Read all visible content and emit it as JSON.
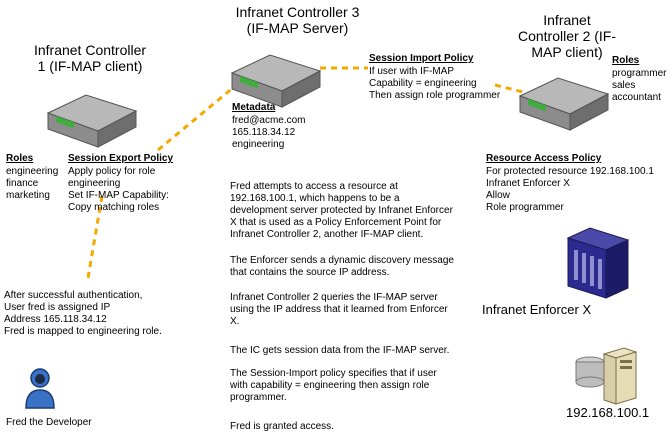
{
  "controller1": {
    "title": "Infranet\nController 1\n(IF-MAP client)",
    "roles_header": "Roles",
    "roles": "engineering\nfinance\nmarketing",
    "export_header": "Session Export Policy",
    "export_body": "Apply policy for role\nengineering\nSet IF-MAP Capability:\nCopy matching roles"
  },
  "controller3": {
    "title": "Infranet\nController 3\n(IF-MAP Server)",
    "metadata_header": "Metadata",
    "metadata_body": "fred@acme.com\n165.118.34.12\nengineering"
  },
  "import_policy": {
    "header": "Session Import Policy",
    "body": "If user with IF-MAP\nCapability = engineering\nThen assign role programmer"
  },
  "controller2": {
    "title": "Infranet\nController 2\n(IF-MAP client)",
    "roles_header": "Roles",
    "roles": "programmer\nsales\naccountant"
  },
  "resource_policy": {
    "header": "Resource Access Policy",
    "body": "For protected resource 192.168.100.1\nInfranet Enforcer X\nAllow\nRole programmer"
  },
  "narrative": [
    "Fred attempts to access a resource at\n192.168.100.1, which happens to be a\ndevelopment server protected by Infranet Enforcer\nX that is used as a Policy Enforcement Point for\nInfranet Controller 2, another IF-MAP client.",
    "The Enforcer sends a dynamic discovery message\nthat contains the source IP address.",
    "Infranet Controller 2 queries the IF-MAP server\nusing the IP address that it learned from Enforcer\nX.",
    "The IC gets session data from the IF-MAP server.",
    "The Session-Import policy specifies that if user\nwith capability = engineering then assign role\nprogrammer.",
    "Fred is granted access."
  ],
  "auth_note": "After successful authentication,\nUser fred is assigned IP\nAddress 165.118.34.12\nFred is mapped to engineering  role.",
  "user_label": "Fred the Developer",
  "enforcer_label": "Infranet Enforcer X",
  "server_label": "192.168.100.1",
  "colors": {
    "dashed_line": "#f2a900",
    "device_body": "#8c8c8c",
    "device_led": "#3fae3f",
    "enforcer_blue": "#2a2a8f",
    "person_blue": "#3a73c6"
  },
  "icons": {
    "device": "network-appliance-icon",
    "enforcer": "server-rack-icon",
    "server": "server-tower-icon",
    "user": "person-icon"
  }
}
